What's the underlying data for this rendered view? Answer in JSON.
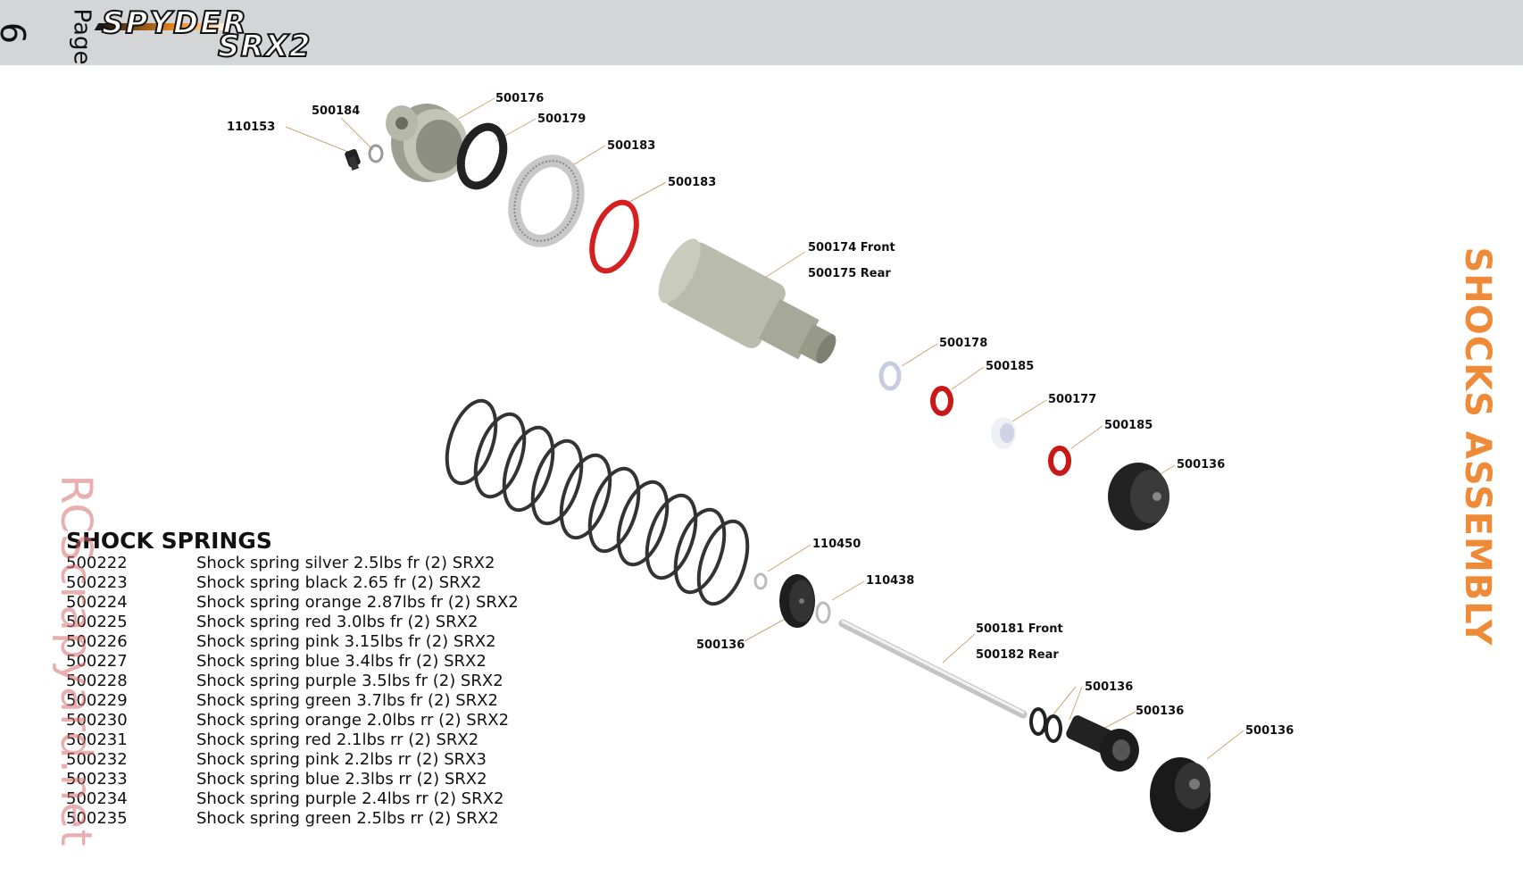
{
  "header": {
    "page_number": "6",
    "page_label": "Page",
    "logo_line1": "SPYDER",
    "logo_line2": "SRX2"
  },
  "section_title": "SHOCKS ASSEMBLY",
  "watermark": "RCScrapyard.net",
  "part_labels": [
    "110153",
    "500184",
    "500176",
    "500179",
    "500183",
    "500183",
    "500174 Front",
    "500175 Rear",
    "500178",
    "500185",
    "500177",
    "500185",
    "500136",
    "110450",
    "110438",
    "500136",
    "500181 Front",
    "500182 Rear",
    "500136",
    "500136",
    "500136"
  ],
  "shock_springs": {
    "title": "SHOCK SPRINGS",
    "items": [
      {
        "code": "500222",
        "desc": "Shock spring silver 2.5lbs fr (2) SRX2"
      },
      {
        "code": "500223",
        "desc": "Shock spring black 2.65 fr (2) SRX2"
      },
      {
        "code": "500224",
        "desc": "Shock spring orange 2.87lbs fr (2) SRX2"
      },
      {
        "code": "500225",
        "desc": "Shock spring red 3.0lbs fr (2) SRX2"
      },
      {
        "code": "500226",
        "desc": "Shock spring pink 3.15lbs fr (2) SRX2"
      },
      {
        "code": "500227",
        "desc": "Shock spring blue 3.4lbs fr (2) SRX2"
      },
      {
        "code": "500228",
        "desc": "Shock spring purple 3.5lbs fr (2) SRX2"
      },
      {
        "code": "500229",
        "desc": "Shock spring green 3.7lbs fr (2) SRX2"
      },
      {
        "code": "500230",
        "desc": "Shock spring orange 2.0lbs rr (2) SRX2"
      },
      {
        "code": "500231",
        "desc": "Shock spring red 2.1lbs rr (2) SRX2"
      },
      {
        "code": "500232",
        "desc": "Shock spring pink 2.2lbs rr (2) SRX3"
      },
      {
        "code": "500233",
        "desc": "Shock spring blue 2.3lbs rr (2) SRX2"
      },
      {
        "code": "500234",
        "desc": "Shock spring purple 2.4lbs rr (2) SRX2"
      },
      {
        "code": "500235",
        "desc": "Shock spring green 2.5lbs rr (2) SRX2"
      }
    ]
  },
  "colors": {
    "header_band": "#d4d5d7",
    "section_title": "#ee8a38",
    "oring_red": "#d42020",
    "shock_body": "#b9bbac"
  }
}
